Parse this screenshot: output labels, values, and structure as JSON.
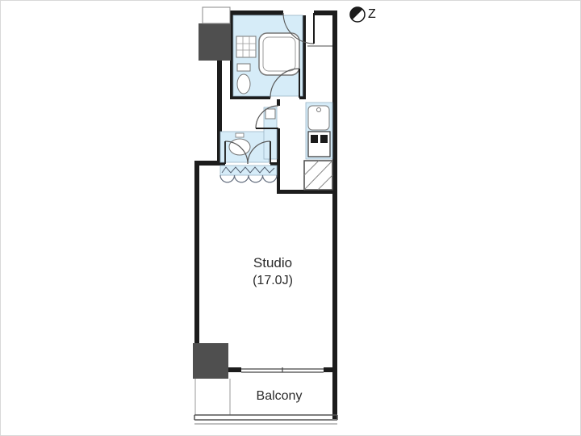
{
  "page": {
    "background": "#ffffff",
    "border": "#d8d8d8"
  },
  "compass": {
    "letter": "Z"
  },
  "rooms": {
    "studio": {
      "name": "Studio",
      "size": "(17.0J)"
    },
    "balcony": {
      "name": "Balcony"
    }
  },
  "icons": [
    {
      "name": "north-arrow-icon",
      "glyph": "half-filled-circle"
    }
  ],
  "colors": {
    "wall": "#1c1c1c",
    "column": "#4f4f4f",
    "fixture_fill": "#d6ecf8",
    "fixture_stroke": "#9ab5c6",
    "line": "#5a5a5a",
    "text": "#2a2a2a"
  }
}
